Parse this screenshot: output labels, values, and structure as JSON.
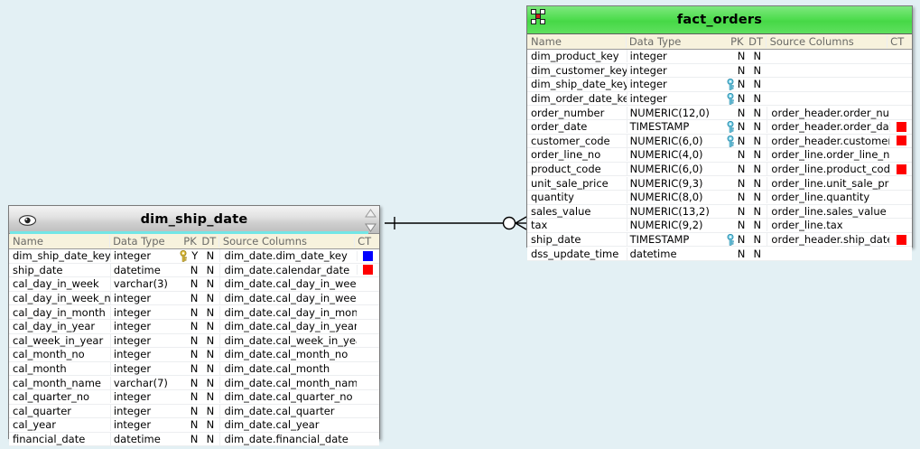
{
  "background_color": "#e3f0f4",
  "entities": [
    {
      "id": "fact_orders",
      "title": "fact_orders",
      "icon": "cube-icon",
      "header_color": "#4ed84e",
      "columns": [
        "Name",
        "Data Type",
        "PK",
        "DT",
        "Source Columns",
        "CT"
      ],
      "rows": [
        {
          "name": "dim_product_key",
          "type": "integer",
          "key": "",
          "pk": "N",
          "dt": "N",
          "src": "",
          "ct": ""
        },
        {
          "name": "dim_customer_key",
          "type": "integer",
          "key": "",
          "pk": "N",
          "dt": "N",
          "src": "",
          "ct": ""
        },
        {
          "name": "dim_ship_date_key",
          "type": "integer",
          "key": "fk",
          "pk": "N",
          "dt": "N",
          "src": "",
          "ct": ""
        },
        {
          "name": "dim_order_date_key",
          "type": "integer",
          "key": "fk",
          "pk": "N",
          "dt": "N",
          "src": "",
          "ct": ""
        },
        {
          "name": "order_number",
          "type": "NUMERIC(12,0)",
          "key": "",
          "pk": "N",
          "dt": "N",
          "src": "order_header.order_number",
          "ct": ""
        },
        {
          "name": "order_date",
          "type": "TIMESTAMP",
          "key": "fk",
          "pk": "N",
          "dt": "N",
          "src": "order_header.order_date",
          "ct": "#ff0000"
        },
        {
          "name": "customer_code",
          "type": "NUMERIC(6,0)",
          "key": "fk",
          "pk": "N",
          "dt": "N",
          "src": "order_header.customer_code",
          "ct": "#ff0000"
        },
        {
          "name": "order_line_no",
          "type": "NUMERIC(4,0)",
          "key": "",
          "pk": "N",
          "dt": "N",
          "src": "order_line.order_line_no",
          "ct": ""
        },
        {
          "name": "product_code",
          "type": "NUMERIC(6,0)",
          "key": "",
          "pk": "N",
          "dt": "N",
          "src": "order_line.product_code",
          "ct": "#ff0000"
        },
        {
          "name": "unit_sale_price",
          "type": "NUMERIC(9,3)",
          "key": "",
          "pk": "N",
          "dt": "N",
          "src": "order_line.unit_sale_price",
          "ct": ""
        },
        {
          "name": "quantity",
          "type": "NUMERIC(8,0)",
          "key": "",
          "pk": "N",
          "dt": "N",
          "src": "order_line.quantity",
          "ct": ""
        },
        {
          "name": "sales_value",
          "type": "NUMERIC(13,2)",
          "key": "",
          "pk": "N",
          "dt": "N",
          "src": "order_line.sales_value",
          "ct": ""
        },
        {
          "name": "tax",
          "type": "NUMERIC(9,2)",
          "key": "",
          "pk": "N",
          "dt": "N",
          "src": "order_line.tax",
          "ct": ""
        },
        {
          "name": "ship_date",
          "type": "TIMESTAMP",
          "key": "fk",
          "pk": "N",
          "dt": "N",
          "src": "order_header.ship_date",
          "ct": "#ff0000"
        },
        {
          "name": "dss_update_time",
          "type": "datetime",
          "key": "",
          "pk": "N",
          "dt": "N",
          "src": "",
          "ct": ""
        }
      ]
    },
    {
      "id": "dim_ship_date",
      "title": "dim_ship_date",
      "icon": "eye-icon",
      "header_color": "#cfcfcf",
      "columns": [
        "Name",
        "Data Type",
        "PK",
        "DT",
        "Source Columns",
        "CT"
      ],
      "rows": [
        {
          "name": "dim_ship_date_key",
          "type": "integer",
          "key": "pk",
          "pk": "Y",
          "dt": "N",
          "src": "dim_date.dim_date_key",
          "ct": "#0000ff"
        },
        {
          "name": "ship_date",
          "type": "datetime",
          "key": "",
          "pk": "N",
          "dt": "N",
          "src": "dim_date.calendar_date",
          "ct": "#ff0000"
        },
        {
          "name": "cal_day_in_week",
          "type": "varchar(3)",
          "key": "",
          "pk": "N",
          "dt": "N",
          "src": "dim_date.cal_day_in_week",
          "ct": ""
        },
        {
          "name": "cal_day_in_week_no",
          "type": "integer",
          "key": "",
          "pk": "N",
          "dt": "N",
          "src": "dim_date.cal_day_in_week_no",
          "ct": ""
        },
        {
          "name": "cal_day_in_month",
          "type": "integer",
          "key": "",
          "pk": "N",
          "dt": "N",
          "src": "dim_date.cal_day_in_month",
          "ct": ""
        },
        {
          "name": "cal_day_in_year",
          "type": "integer",
          "key": "",
          "pk": "N",
          "dt": "N",
          "src": "dim_date.cal_day_in_year",
          "ct": ""
        },
        {
          "name": "cal_week_in_year",
          "type": "integer",
          "key": "",
          "pk": "N",
          "dt": "N",
          "src": "dim_date.cal_week_in_year",
          "ct": ""
        },
        {
          "name": "cal_month_no",
          "type": "integer",
          "key": "",
          "pk": "N",
          "dt": "N",
          "src": "dim_date.cal_month_no",
          "ct": ""
        },
        {
          "name": "cal_month",
          "type": "integer",
          "key": "",
          "pk": "N",
          "dt": "N",
          "src": "dim_date.cal_month",
          "ct": ""
        },
        {
          "name": "cal_month_name",
          "type": "varchar(7)",
          "key": "",
          "pk": "N",
          "dt": "N",
          "src": "dim_date.cal_month_name",
          "ct": ""
        },
        {
          "name": "cal_quarter_no",
          "type": "integer",
          "key": "",
          "pk": "N",
          "dt": "N",
          "src": "dim_date.cal_quarter_no",
          "ct": ""
        },
        {
          "name": "cal_quarter",
          "type": "integer",
          "key": "",
          "pk": "N",
          "dt": "N",
          "src": "dim_date.cal_quarter",
          "ct": ""
        },
        {
          "name": "cal_year",
          "type": "integer",
          "key": "",
          "pk": "N",
          "dt": "N",
          "src": "dim_date.cal_year",
          "ct": ""
        },
        {
          "name": "financial_date",
          "type": "datetime",
          "key": "",
          "pk": "N",
          "dt": "N",
          "src": "dim_date.financial_date",
          "ct": ""
        }
      ]
    }
  ],
  "relationship": {
    "from": "dim_ship_date",
    "to": "fact_orders",
    "line_color": "#000000",
    "notation": "crows-foot-zero-or-many"
  }
}
